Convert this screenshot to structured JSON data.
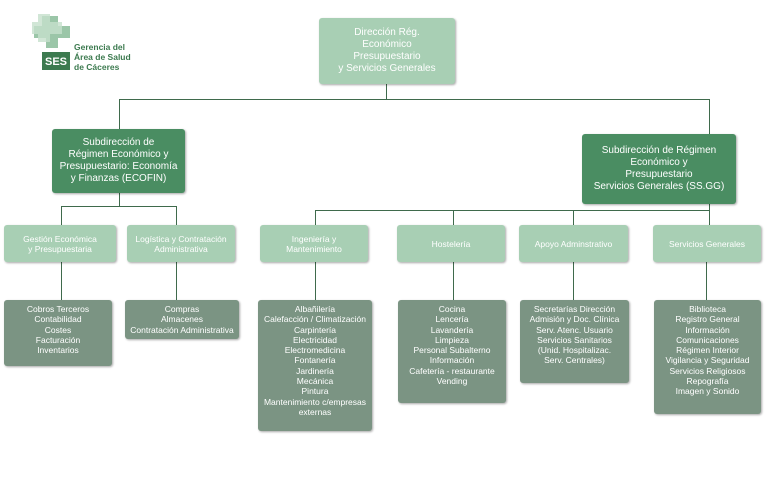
{
  "logo": {
    "badge": "SES",
    "text": "Gerencia del\nÁrea de Salud\nde Cáceres"
  },
  "top": "Dirección Rég.\nEconómico\nPresupuestario\ny Servicios Generales",
  "subdirections": [
    "Subdirección de\nRégimen Económico y\nPresupuestario: Economía\ny Finanzas (ECOFIN)",
    "Subdirección de Régimen\nEconómico y\nPresupuestario\nServicios Generales (SS.GG)"
  ],
  "areas": [
    "Gestión Económica\ny Presupuestaria",
    "Logística y Contratación\nAdministrativa",
    "Ingeniería y\nMantenimiento",
    "Hostelería",
    "Apoyo Adminstrativo",
    "Servicios Generales"
  ],
  "leaves": [
    "Cobros Terceros\nContabilidad\nCostes\nFacturación\nInventarios",
    "Compras\nAlmacenes\nContratación Administrativa",
    "Albañilería\nCalefacción / Climatización\nCarpintería\nElectricidad\nElectromedicina\nFontanería\nJardinería\nMecánica\nPintura\nMantenimiento c/empresas\nexternas",
    "Cocina\nLencería\nLavandería\nLimpieza\nPersonal Subalterno\nInformación\nCafetería - restaurante\nVending",
    "Secretarías Dirección\nAdmisión y Doc. Clínica\nServ. Atenc. Usuario\nServicios Sanitarios\n(Unid. Hospitalizac.\nServ. Centrales)",
    "Biblioteca\nRegistro General\nInformación\nComunicaciones\nRégimen Interior\nVigilancia y Seguridad\nServicios Religiosos\nRepografía\nImagen y Sonido"
  ],
  "colors": {
    "top_box": "#a8cfb4",
    "sub_box": "#4a8d62",
    "area_box": "#a8cfb4",
    "leaf_box": "#7b9483",
    "connector": "#3f6a4c",
    "logo_green": "#3c7a4f"
  }
}
